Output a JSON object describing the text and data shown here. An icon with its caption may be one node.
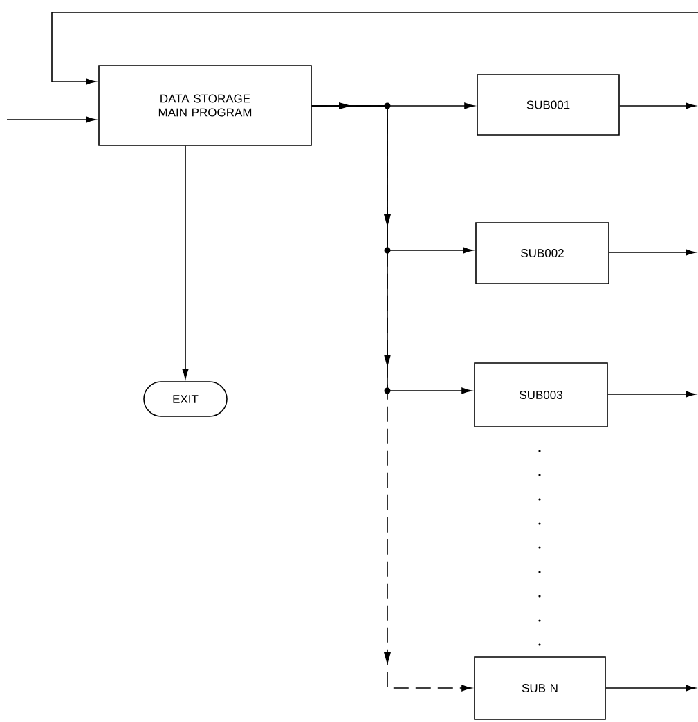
{
  "diagram": {
    "nodes": [
      {
        "text": [
          "DATA STORAGE MAIN PROGRAM"
        ]
      },
      {
        "text": [
          "SUB001"
        ]
      },
      {
        "text": [
          "SUB002"
        ]
      },
      {
        "text": [
          "SUB003"
        ]
      },
      {
        "text": [
          "SUB N"
        ]
      },
      {
        "text": [
          "EXIT"
        ]
      }
    ],
    "edges": [
      {
        "from": null,
        "to": 0,
        "arrow": "to"
      },
      {
        "from": null,
        "to": 0,
        "arrow": "to"
      },
      {
        "from": 0,
        "to": 1,
        "arrow": "to"
      },
      {
        "from": 0,
        "to": 2,
        "arrow": "to"
      },
      {
        "from": 0,
        "to": 3,
        "arrow": "to"
      },
      {
        "from": 0,
        "to": 4,
        "arrow": "to",
        "style": "dashed"
      },
      {
        "from": 0,
        "to": 5,
        "arrow": "to"
      },
      {
        "from": 1,
        "to": null,
        "arrow": "to"
      },
      {
        "from": 2,
        "to": null,
        "arrow": "to"
      },
      {
        "from": 3,
        "to": null,
        "arrow": "to"
      },
      {
        "from": 4,
        "to": null,
        "arrow": "to"
      }
    ]
  }
}
